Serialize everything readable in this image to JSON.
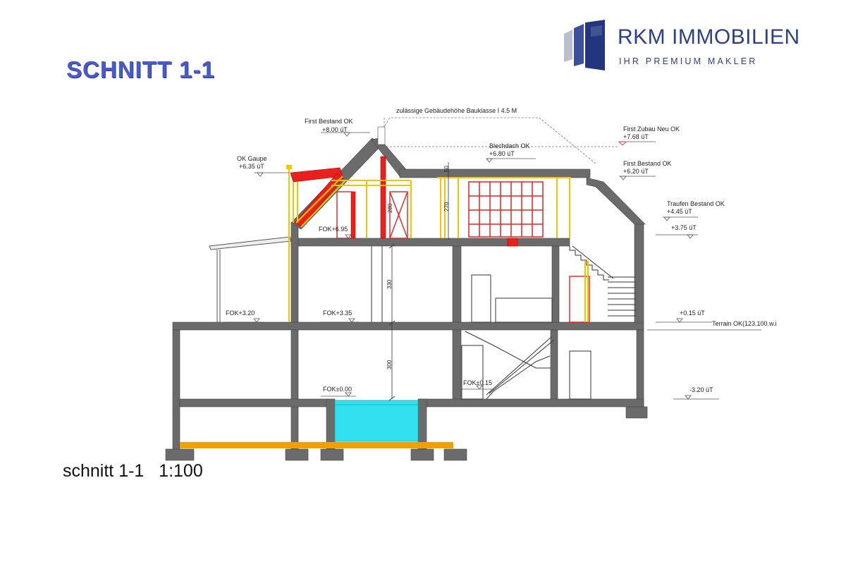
{
  "header": {
    "title": "SCHNITT 1-1",
    "logo_name": "RKM IMMOBILIEN",
    "logo_tagline": "IHR PREMIUM MAKLER"
  },
  "caption": "schnitt 1-1   1:100",
  "colors": {
    "title": "#4a5bc8",
    "brand": "#2b3f8a",
    "wall": "#6b6b6b",
    "new_construction": "#e8201e",
    "timber": "#f5c400",
    "pool": "#33e0f0",
    "foundation_strip": "#f0a000"
  },
  "drawing": {
    "height_limit": "zulässige Gebäudehöhe Bauklasse I 4.5 M",
    "levels": {
      "first_bestand_label": "First Bestand  OK",
      "first_bestand_value": "+8.00 üT",
      "ok_gaupe_label": "OK Gaupe",
      "ok_gaupe_value": "+6.35 üT",
      "blechdach_label": "Blechdach  OK",
      "blechdach_value": "+6.80 üT",
      "first_zubau_label": "First Zubau Neu  OK",
      "first_zubau_value": "+7.68 üT",
      "first_bestand2_label": "First Bestand  OK",
      "first_bestand2_value": "+6.20 üT",
      "traufen_label": "Traufen Bestand  OK",
      "traufen_value": "+4.45 üT",
      "level_375": "+3.75 üT",
      "level_015": "+0.15 üT",
      "terrain": "Terrain OK(123.100.w.i",
      "level_320m": "-3.20 üT"
    },
    "floor_labels": {
      "fok_695": "FOK+6.95",
      "fok_320": "FOK+3.20",
      "fok_335": "FOK+3.35",
      "fok_000": "FOK±0.00",
      "fok_015": "FOK±0.15"
    },
    "dimensions": {
      "d50": "50",
      "d270": "270",
      "d280": "280",
      "d330": "330",
      "d300": "300"
    }
  }
}
